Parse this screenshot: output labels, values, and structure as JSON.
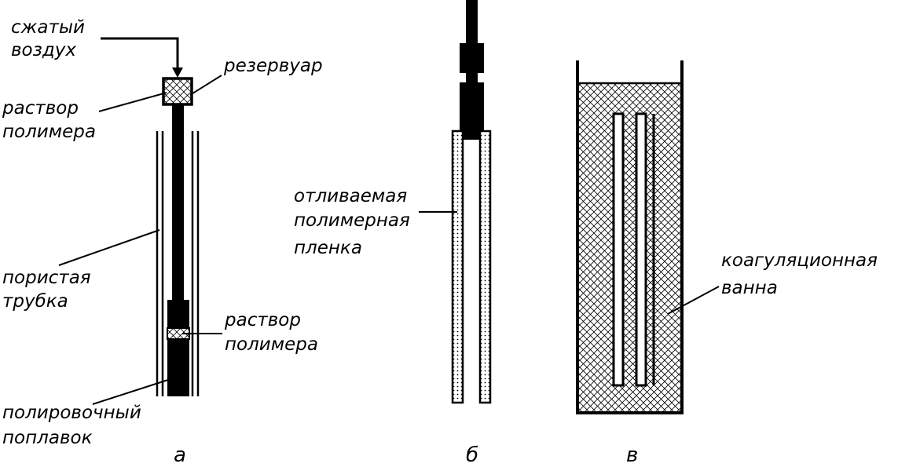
{
  "panel_a": {
    "label_air_1": "сжатый",
    "label_air_2": "воздух",
    "label_reservoir": "резервуар",
    "label_solution_top_1": "раствор",
    "label_solution_top_2": "полимера",
    "label_tube_1": "пористая",
    "label_tube_2": "трубка",
    "label_solution_bottom_1": "раствор",
    "label_solution_bottom_2": "полимера",
    "label_float_1": "полировочный",
    "label_float_2": "поплавок",
    "caption": "а"
  },
  "panel_b": {
    "label_film_1": "отливаемая",
    "label_film_2": "полимерная",
    "label_film_3": "пленка",
    "caption": "б"
  },
  "panel_c": {
    "label_bath_1": "коагуляционная",
    "label_bath_2": "ванна",
    "caption": "в"
  },
  "colors": {
    "ink": "#000000",
    "paper": "#ffffff"
  }
}
